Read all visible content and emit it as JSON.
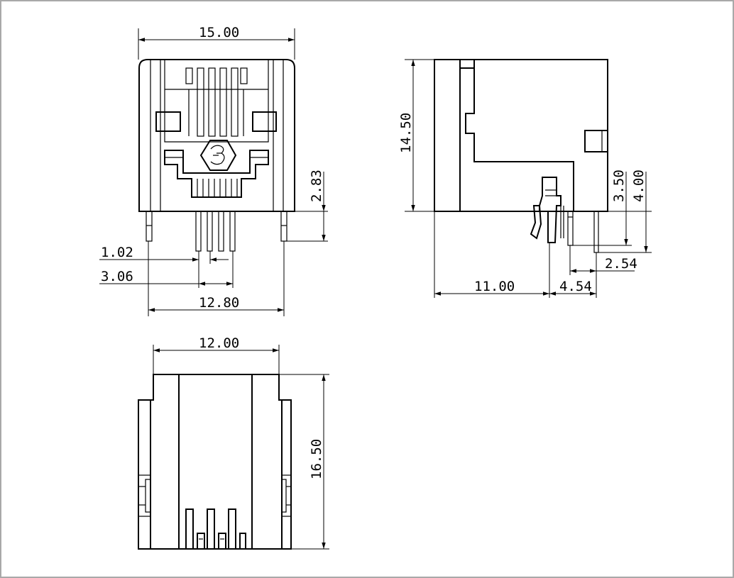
{
  "drawing": {
    "front_view": {
      "overall_width": "15.00",
      "pin_pitch": "1.02",
      "pin_span": "3.06",
      "mount_pin_span": "12.80",
      "pin_length": "2.83"
    },
    "side_view": {
      "overall_height": "14.50",
      "depth": "11.00",
      "pin_offset": "4.54",
      "pin_row_pitch": "2.54",
      "pin_height_a": "3.50",
      "pin_height_b": "4.00"
    },
    "bottom_view": {
      "overall_width": "12.00",
      "overall_depth": "16.50"
    }
  }
}
